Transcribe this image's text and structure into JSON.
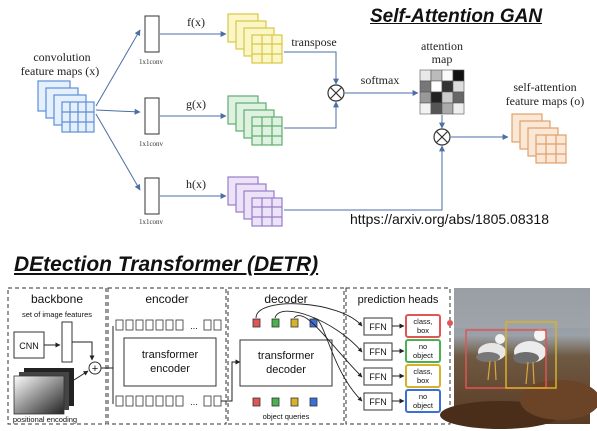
{
  "sagan": {
    "title": "Self-Attention GAN",
    "input_label_1": "convolution",
    "input_label_2": "feature maps (x)",
    "conv_label": "1x1conv",
    "f_label": "f(x)",
    "g_label": "g(x)",
    "h_label": "h(x)",
    "transpose_label": "transpose",
    "softmax_label": "softmax",
    "attention_label_1": "attention",
    "attention_label_2": "map",
    "output_label_1": "self-attention",
    "output_label_2": "feature maps (o)",
    "url": "https://arxiv.org/abs/1805.08318",
    "colors": {
      "x": "#5b8fd6",
      "f": "#e8dc62",
      "g": "#6cbf7d",
      "h": "#a98bd4",
      "o": "#e8ad7a"
    }
  },
  "detr": {
    "title": "DEtection Transformer (DETR)",
    "backbone_label": "backbone",
    "features_label": "set of image features",
    "cnn_label": "CNN",
    "positional_label": "positional encoding",
    "encoder_section": "encoder",
    "encoder_box_1": "transformer",
    "encoder_box_2": "encoder",
    "decoder_section": "decoder",
    "decoder_box_1": "transformer",
    "decoder_box_2": "decoder",
    "object_queries_label": "object queries",
    "heads_label": "prediction heads",
    "ffn_label": "FFN",
    "ellipsis": "...",
    "plus": "+",
    "outputs": [
      {
        "line1": "class,",
        "line2": "box",
        "color": "#e05555"
      },
      {
        "line1": "no",
        "line2": "object",
        "color": "#4caf50"
      },
      {
        "line1": "class,",
        "line2": "box",
        "color": "#d8b12a"
      },
      {
        "line1": "no",
        "line2": "object",
        "color": "#3b6fd6"
      }
    ],
    "query_colors": [
      "#e05555",
      "#4caf50",
      "#d8b12a",
      "#3b6fd6"
    ]
  }
}
